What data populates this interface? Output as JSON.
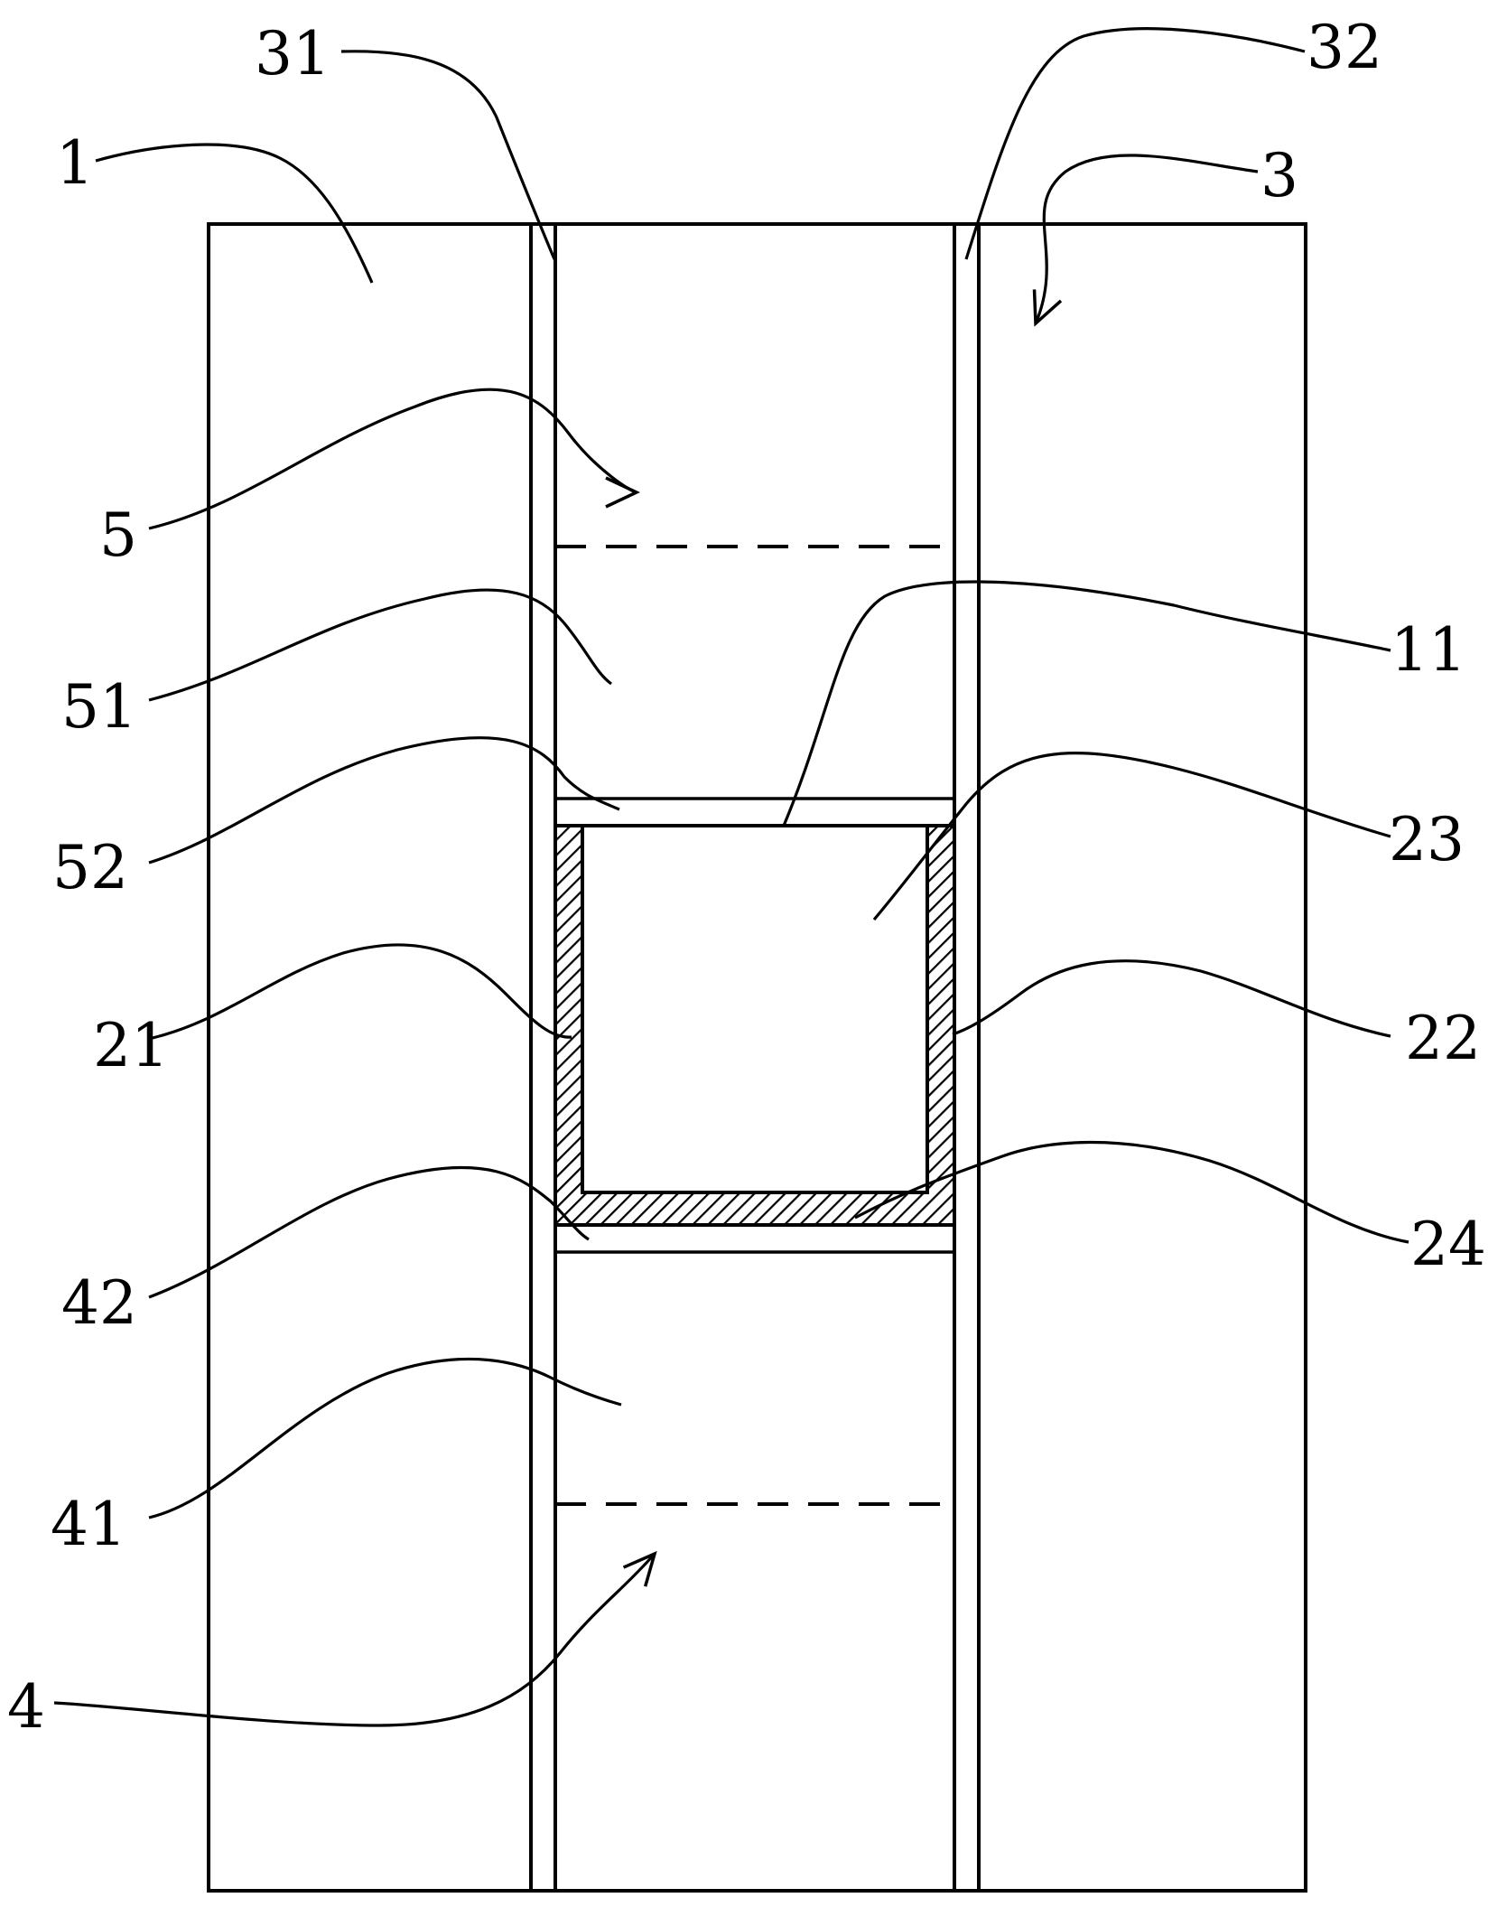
{
  "figure": {
    "background": "#ffffff",
    "ink": "#000000",
    "labels": {
      "l1": "1",
      "l3": "3",
      "l31": "31",
      "l32": "32",
      "l5": "5",
      "l51": "51",
      "l52": "52",
      "l11": "11",
      "l23": "23",
      "l21": "21",
      "l22": "22",
      "l42": "42",
      "l24": "24",
      "l41": "41",
      "l4": "4"
    }
  }
}
